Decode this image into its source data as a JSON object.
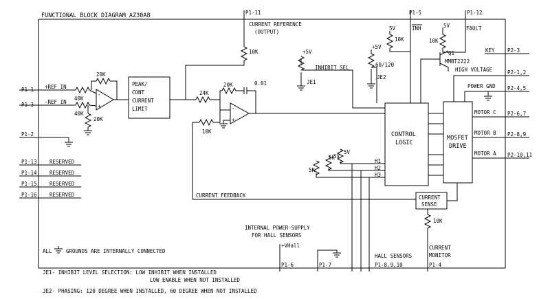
{
  "title": "FUNCTIONAL BLOCK DIAGRAM  AZ30A8",
  "blocks": {
    "limit": [
      "PEAK/",
      "CONT",
      "CURRENT",
      "LIMIT"
    ],
    "logic": [
      "CONTROL",
      "LOGIC"
    ],
    "drive": [
      "MOSFET",
      "DRIVE"
    ],
    "sense": [
      "CURRENT",
      "SENSE"
    ]
  },
  "pins_left": {
    "p1_1": "P1-1",
    "p1_3": "P1-3",
    "p1_2": "P1-2",
    "p1_13": "P1-13",
    "p1_14": "P1-14",
    "p1_15": "P1-15",
    "p1_16": "P1-16"
  },
  "pins_right": {
    "p2_3": "P2-3",
    "p2_12": "P2-1,2",
    "p2_45": "P2-4,5",
    "p2_67": "P2-6,7",
    "p2_89": "P2-8,9",
    "p2_1011": "P2-10,11"
  },
  "pins_top": {
    "p1_11": "P1-11",
    "p1_5": "P1-5",
    "p1_12": "P1-12"
  },
  "pins_bottom": {
    "p1_6": "P1-6",
    "p1_7": "P1-7",
    "p1_8910": "P1-8,9,10",
    "p1_4": "P1-4"
  },
  "signals": {
    "ref_plus": "+REF IN",
    "ref_minus": "-REF IN",
    "reserved": "RESERVED",
    "current_reference": "CURRENT REFERENCE",
    "output": "(OUTPUT)",
    "inh": "INH",
    "fault": "FAULT",
    "key": "KEY",
    "high_voltage": "HIGH VOLTAGE",
    "power_gnd": "POWER GND",
    "motor_c": "MOTOR C",
    "motor_b": "MOTOR B",
    "motor_a": "MOTOR A",
    "inhibit_sel": "INHIBIT SEL",
    "je1": "JE1",
    "je2": "JE2",
    "sixty_120": "60/120",
    "current_feedback": "CURRENT FEEDBACK",
    "h1": "H1",
    "h2": "H2",
    "h3": "H3",
    "q1": "Q1",
    "transistor": "MMBT2222",
    "internal_ps_1": "INTERNAL POWER-SUPPLY",
    "internal_ps_2": "FOR HALL SENSORS",
    "vhall": "+VHall",
    "hall_sensors": "HALL SENSORS",
    "current_monitor_1": "CURRENT",
    "current_monitor_2": "MONITOR",
    "grounds_pre": "ALL",
    "grounds_post": "GROUNDS ARE INTERNALLY CONNECTED"
  },
  "components": {
    "r20k": "20K",
    "r40k": "40K",
    "r24k": "24K",
    "r10k": "10K",
    "r5k": "5K",
    "c001": "0.01",
    "v5": "5V",
    "v5p": "+5V"
  },
  "notes": [
    "JE1- INHIBIT LEVEL SELECTION: LOW INHIBIT WHEN INSTALLED",
    "LOW ENABLE WHEN NOT INSTALLED",
    "JE2- PHASING: 120 DEGREE WHEN INSTALLED, 60 DEGREE WHEN NOT INSTALLED"
  ]
}
